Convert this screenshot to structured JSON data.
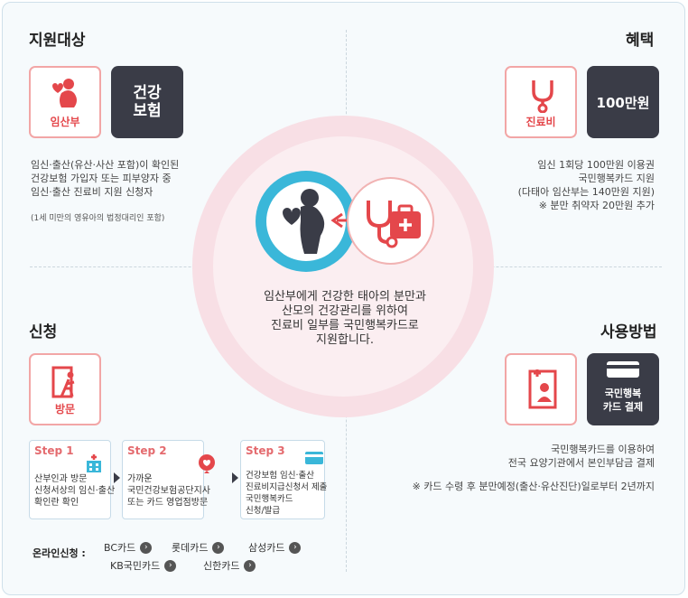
{
  "sections": {
    "target": {
      "title": "지원대상",
      "icon_label": "임산부",
      "dark_label": "건강\n보험",
      "lines": [
        "임신·출산(유산·사산 포함)이 확인된",
        "건강보험 가입자 또는 피부양자 중",
        "임신·출산 진료비 지원 신청자"
      ],
      "note": "(1세 미만의 영유아의 법정대리인 포함)"
    },
    "benefit": {
      "title": "혜택",
      "icon_label": "진료비",
      "dark_label": "100만원",
      "lines": [
        "임신 1회당 100만원 이용권",
        "국민행복카드 지원",
        "(다태아 임산부는 140만원 지원)",
        "※ 분만 취약자 20만원 추가"
      ]
    },
    "apply": {
      "title": "신청",
      "icon_label": "방문",
      "steps": [
        {
          "title": "Step 1",
          "lines": [
            "산부인과 방문",
            "신청서상의 임신·출산",
            "확인란 확인"
          ]
        },
        {
          "title": "Step 2",
          "lines": [
            "가까운",
            "국민건강보험공단지사",
            "또는 카드 영업점방문"
          ]
        },
        {
          "title": "Step 3",
          "lines": [
            "건강보험 임신·출산",
            "진료비지급신청서 제출",
            "국민행복카드",
            "신청/발급"
          ]
        }
      ],
      "online_label": "온라인신청 :",
      "cards": [
        "BC카드",
        "롯데카드",
        "삼성카드",
        "KB국민카드",
        "신한카드"
      ]
    },
    "usage": {
      "title": "사용방법",
      "dark_label": "국민행복\n카드 결제",
      "lines": [
        "국민행복카드를 이용하여",
        "전국 요양기관에서 본인부담금 결제"
      ],
      "note": "※ 카드 수령 후 분만예정(출산·유산진단)일로부터 2년까지"
    }
  },
  "center": {
    "lines": [
      "임산부에게 건강한 태아의 분만과",
      "산모의 건강관리를 위하여",
      "진료비 일부를 국민행복카드로",
      "지원합니다."
    ]
  },
  "colors": {
    "accent": "#e4474b",
    "teal": "#3ab7d9",
    "dark": "#3a3c47",
    "pink_bg": "#f8dfe5"
  }
}
